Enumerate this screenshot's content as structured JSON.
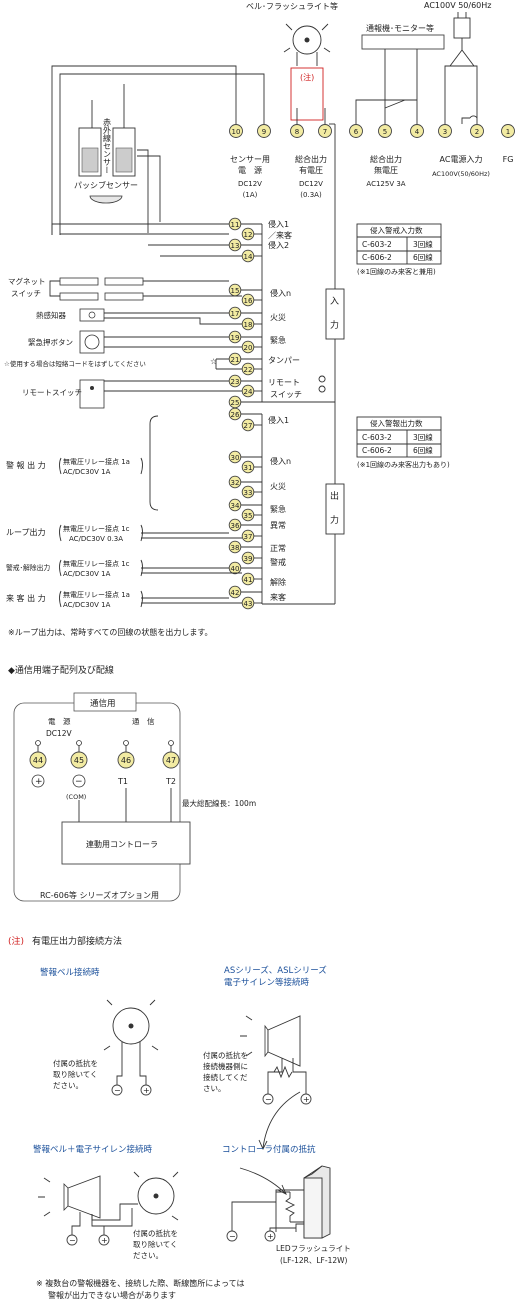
{
  "top": {
    "bell_label": "ベル･フラッシュライト等",
    "note_red": "(注)",
    "comm_label": "通報機･モニター等",
    "ac_label": "AC100V  50/60Hz",
    "terminals": [
      "10",
      "9",
      "8",
      "7",
      "6",
      "5",
      "4",
      "3",
      "2",
      "1"
    ],
    "sensor_supply": [
      "センサー用",
      "電　源",
      "DC12V",
      "(1A)"
    ],
    "general_voltage": [
      "総合出力",
      "有電圧",
      "DC12V",
      "(0.3A)"
    ],
    "general_dry": [
      "総合出力",
      "無電圧",
      "AC125V 3A"
    ],
    "ac_input": [
      "AC電源入力",
      "AC100V(50/60Hz)"
    ],
    "fg": "FG",
    "passive_sensor": "パッシブセンサー",
    "ir_sensor": "赤外線センサー"
  },
  "inputs": {
    "terminals": [
      "11",
      "12",
      "13",
      "14",
      "15",
      "16",
      "17",
      "18",
      "19",
      "20",
      "21",
      "22",
      "23",
      "24",
      "25"
    ],
    "labels": [
      "侵入1",
      "／来客",
      "侵入2",
      "侵入n",
      "火災",
      "緊急",
      "タンパー",
      "リモート",
      "スイッチ"
    ],
    "magnet": [
      "マグネット",
      "スイッチ"
    ],
    "heat": "熱感知器",
    "emergency_btn": "緊急押ボタン",
    "short_note": "☆使用する場合は短絡コードをはずしてください",
    "star": "☆",
    "remote_switch": "リモートスイッチ",
    "tag": [
      "入",
      "力"
    ],
    "table_title": "侵入警戒入力数",
    "table_rows": [
      [
        "C-603-2",
        "3回線"
      ],
      [
        "C-606-2",
        "6回線"
      ]
    ],
    "table_note": "(※1回線のみ来客と兼用)"
  },
  "outputs": {
    "terminals": [
      "26",
      "27",
      "30",
      "31",
      "32",
      "33",
      "34",
      "35",
      "36",
      "37",
      "38",
      "39",
      "40",
      "41",
      "42",
      "43"
    ],
    "labels": [
      "侵入1",
      "侵入n",
      "火災",
      "緊急",
      "異常",
      "正常",
      "警戒",
      "解除",
      "来客"
    ],
    "groups": [
      {
        "name": "警 報 出 力",
        "spec": [
          "無電圧リレー接点 1a",
          "AC/DC30V 1A"
        ]
      },
      {
        "name": "ループ出力",
        "spec": [
          "無電圧リレー接点 1c",
          "AC/DC30V 0.3A"
        ]
      },
      {
        "name": "警戒･解除出力",
        "spec": [
          "無電圧リレー接点 1c",
          "AC/DC30V 1A"
        ]
      },
      {
        "name": "来 客 出 力",
        "spec": [
          "無電圧リレー接点 1a",
          "AC/DC30V 1A"
        ]
      }
    ],
    "tag": [
      "出",
      "力"
    ],
    "table_title": "侵入警報出力数",
    "table_rows": [
      [
        "C-603-2",
        "3回線"
      ],
      [
        "C-606-2",
        "6回線"
      ]
    ],
    "table_note": "(※1回線のみ来客出力もあり)",
    "loop_note": "※ループ出力は、常時すべての回線の状態を出力します。"
  },
  "comm": {
    "title": "◆通信用端子配列及び配線",
    "box_label": "通信用",
    "power": [
      "電　源",
      "DC12V"
    ],
    "signal": "通　信",
    "terminals": [
      "44",
      "45",
      "46",
      "47"
    ],
    "plus": "+",
    "minus": "−",
    "com": "(COM)",
    "t1": "T1",
    "t2": "T2",
    "max_length": "最大総配線長：100m",
    "controller": "連動用コントローラ",
    "option_label": "RC-606等 シリーズオプション用"
  },
  "note_section": {
    "title_red": "(注)",
    "title": "有電圧出力部接続方法",
    "bell_title": "警報ベル接続時",
    "siren_title": [
      "ASシリーズ、ASLシリーズ",
      "電子サイレン等接続時"
    ],
    "bell_note": [
      "付属の抵抗を",
      "取り除いてく",
      "ださい。"
    ],
    "siren_note": [
      "付属の抵抗を",
      "接続機器側に",
      "接続してくだ",
      "さい。"
    ],
    "combo_title": "警報ベル＋電子サイレン接続時",
    "combo_note": [
      "付属の抵抗を",
      "取り除いてく",
      "ださい。"
    ],
    "resistor_title": "コントローラ付属の抵抗",
    "led_label": [
      "LEDフラッシュライト",
      "(LF-12R、LF-12W)"
    ],
    "footer": [
      "※ 複数台の警報機器を、接続した際、断線箇所によっては",
      "警報が出力できない場合があります"
    ]
  },
  "colors": {
    "terminal_fill": "#f2eba2",
    "blue_title": "#1a4f9a",
    "red_note": "#d02020"
  }
}
